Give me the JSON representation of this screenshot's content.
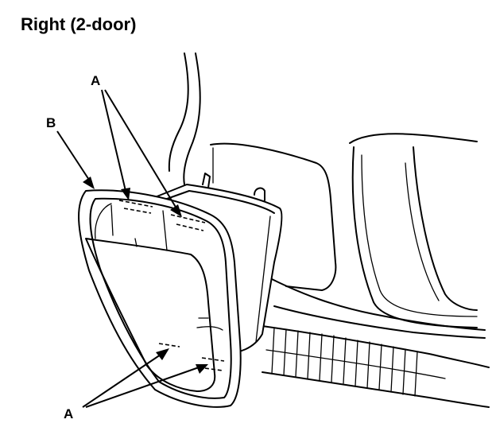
{
  "title": "Right (2-door)",
  "callouts": {
    "a_top": "A",
    "b": "B",
    "a_bottom": "A"
  }
}
